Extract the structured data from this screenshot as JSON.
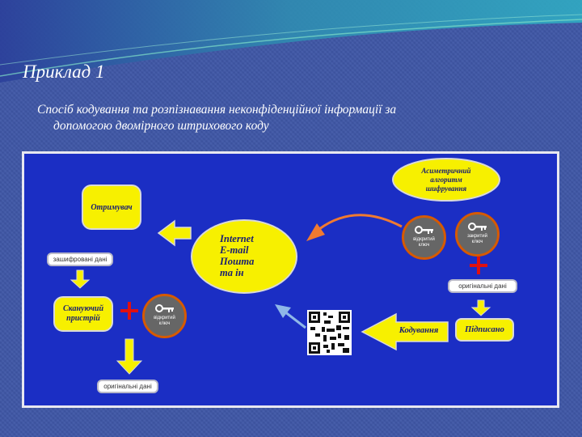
{
  "slide": {
    "title": "Приклад 1",
    "subtitle_line1": "Спосіб кодування та розпізнавання неконфіденційної інформації за",
    "subtitle_line2": "допомогою двомірного штрихового коду"
  },
  "diagram": {
    "receiver": "Отримувач",
    "internet_lines": [
      "Internet",
      "E-mail",
      "Пошта",
      "та ін"
    ],
    "encrypted_data": "зашифровані дані",
    "scanner": [
      "Скануючий",
      "пристрій"
    ],
    "public_key_lines": [
      "відкритий",
      "ключ"
    ],
    "original_data": "оригінальні дані",
    "asymmetric_algorithm": [
      "Асиметричний",
      "алгоритм",
      "шифрування"
    ],
    "key_public": [
      "відкритий",
      "ключ"
    ],
    "key_private": [
      "закритий",
      "ключ"
    ],
    "original_data_right": "оригінальні дані",
    "signed": "Підписано",
    "encoding": "Кодування"
  },
  "colors": {
    "background": "#3f57a6",
    "panel": "#1b2ec4",
    "yellow": "#f7f000",
    "key_border": "#d65a00",
    "orange_arrow": "#f07a30",
    "plus_red": "#e01010"
  }
}
